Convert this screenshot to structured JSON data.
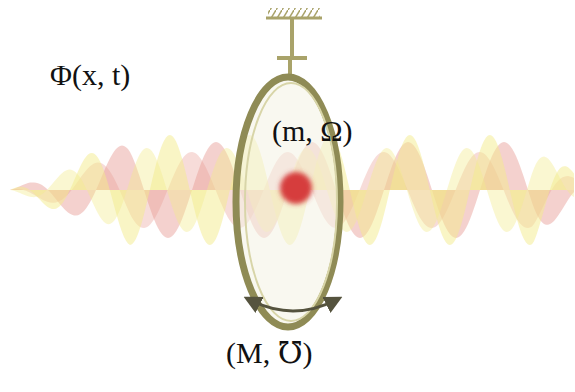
{
  "diagram": {
    "labels": [
      "Φ(x, t)",
      "(m, Ω)",
      "(M, ℧)"
    ]
  }
}
